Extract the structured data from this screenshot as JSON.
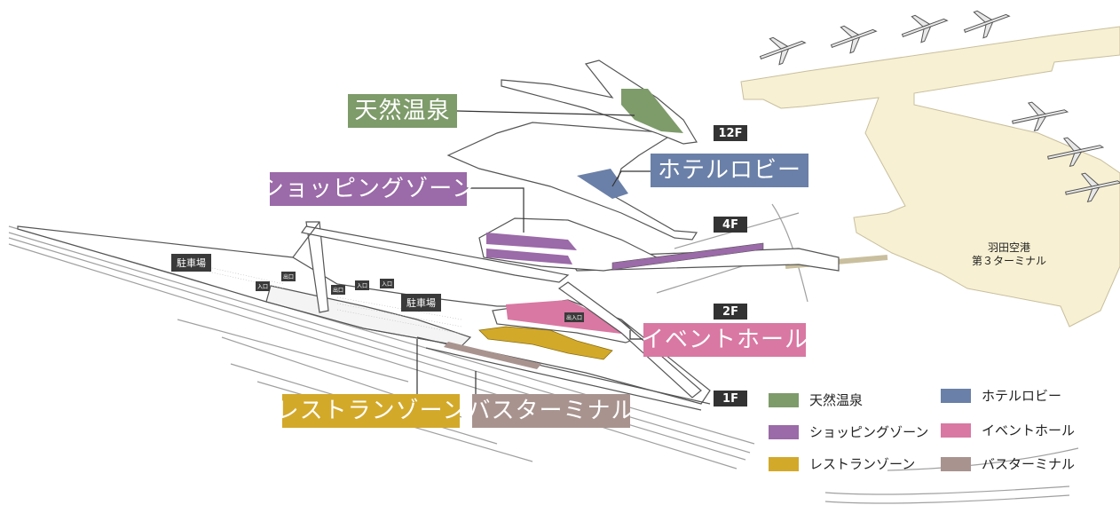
{
  "zones": [
    {
      "key": "hot_spring",
      "label": "天然温泉",
      "color": "#7e9b6a"
    },
    {
      "key": "hotel_lobby",
      "label": "ホテルロビー",
      "color": "#6a80a8"
    },
    {
      "key": "shopping",
      "label": "ショッピングゾーン",
      "color": "#9b6aa8"
    },
    {
      "key": "event_hall",
      "label": "イベントホール",
      "color": "#d978a3"
    },
    {
      "key": "restaurant",
      "label": "レストランゾーン",
      "color": "#d3a92a"
    },
    {
      "key": "bus_terminal",
      "label": "バスターミナル",
      "color": "#a8938f"
    }
  ],
  "floors": {
    "f12": "12F",
    "f4": "4F",
    "f2": "2F",
    "f1": "1F"
  },
  "places": {
    "parking_1": "駐車場",
    "parking_2": "駐車場",
    "terminal_line1": "羽田空港",
    "terminal_line2": "第３ターミナル",
    "entrance_1": "入口",
    "entrance_2": "出口",
    "entrance_3": "出口",
    "entrance_4": "入口",
    "entrance_5": "入口",
    "main_entrance": "出入口"
  },
  "colors": {
    "terminal_fill": "#f7f0d2",
    "outline": "#555555",
    "ground_line": "#9a9a9a"
  }
}
